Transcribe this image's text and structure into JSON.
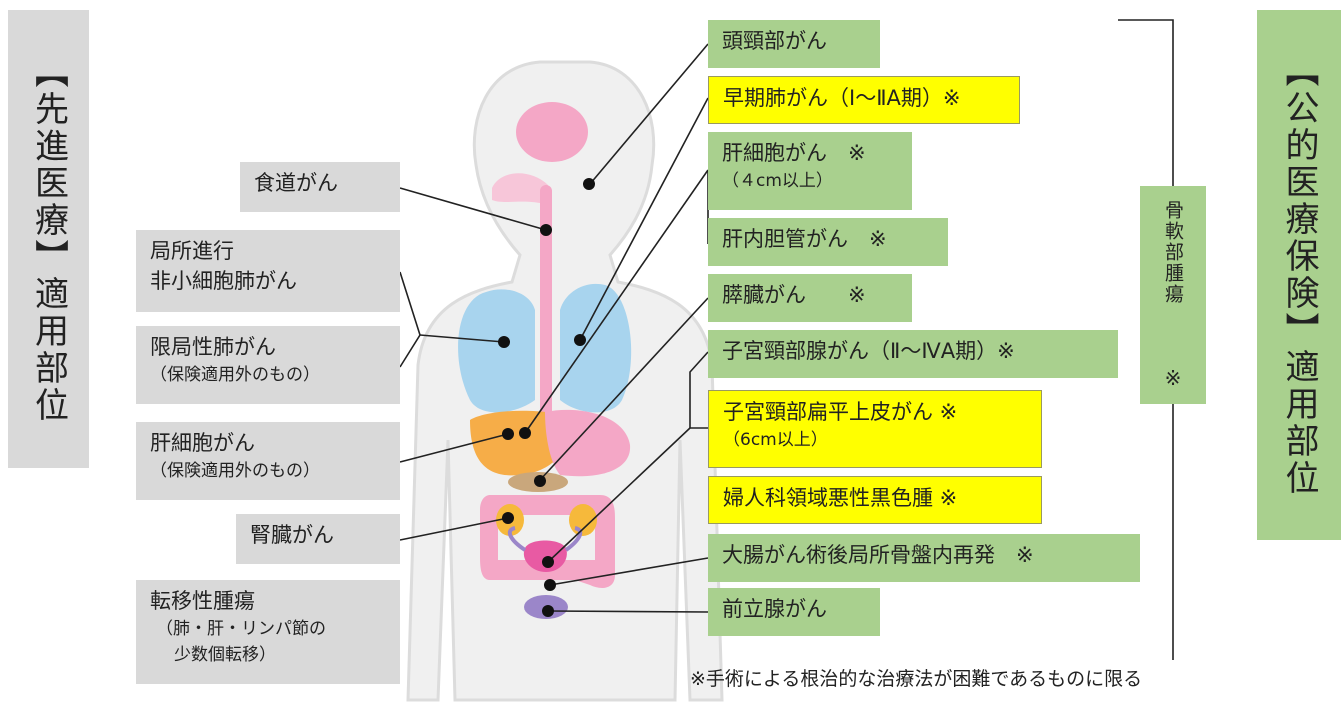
{
  "left_title": "【先進医療】適用部位",
  "right_title": "【公的医療保険】適用部位",
  "left_labels": [
    {
      "line1": "食道がん"
    },
    {
      "line1": "局所進行",
      "line2": "非小細胞肺がん"
    },
    {
      "line1": "限局性肺がん",
      "line2": "（保険適用外のもの）"
    },
    {
      "line1": "肝細胞がん",
      "line2": "（保険適用外のもの）"
    },
    {
      "line1": "腎臓がん"
    },
    {
      "line1": "転移性腫瘍",
      "line2": "（肺・肝・リンパ節の",
      "line3": "少数個転移）"
    }
  ],
  "right_labels": [
    {
      "text": "頭頸部がん",
      "style": "green"
    },
    {
      "text": "早期肺がん（Ⅰ〜ⅡA期）※",
      "style": "yellow"
    },
    {
      "text": "肝細胞がん　※",
      "sub": "（４cm以上）",
      "style": "green"
    },
    {
      "text": "肝内胆管がん　※",
      "style": "green"
    },
    {
      "text": "膵臓がん　　※",
      "style": "green"
    },
    {
      "text": "子宮頸部腺がん（Ⅱ〜ⅣA期）※",
      "style": "green"
    },
    {
      "text": "子宮頸部扁平上皮がん ※",
      "sub": "（6cm以上）",
      "style": "yellow"
    },
    {
      "text": "婦人科領域悪性黒色腫 ※",
      "style": "yellow"
    },
    {
      "text": "大腸がん術後局所骨盤内再発　※",
      "style": "green"
    },
    {
      "text": "前立腺がん",
      "style": "green"
    }
  ],
  "bone_tumor": "骨軟部腫瘍",
  "bone_mark": "※",
  "footnote": "※手術による根治的な治療法が困難であるものに限る",
  "colors": {
    "gray_box": "#d9d9d9",
    "green_box": "#a9d08e",
    "yellow_box": "#ffff00",
    "brain": "#f4a7c6",
    "lung": "#a8d4ee",
    "liver": "#f6ad48",
    "intestine": "#f4a7c6",
    "kidney": "#f6b93b",
    "prostate": "#9b86c9"
  }
}
